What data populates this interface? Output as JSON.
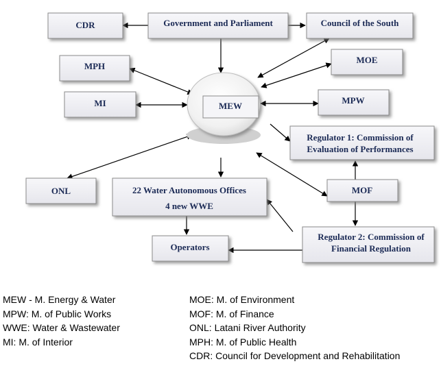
{
  "nodes": {
    "cdr": "CDR",
    "gov": "Government and Parliament",
    "council": "Council of the South",
    "mph": "MPH",
    "moe": "MOE",
    "mi": "MI",
    "mew": "MEW",
    "mpw": "MPW",
    "reg1_line1": "Regulator 1: Commission of",
    "reg1_line2": "Evaluation of Performances",
    "onl": "ONL",
    "wao_line1": "22 Water Autonomous Offices",
    "wao_line2": "4 new WWE",
    "mof": "MOF",
    "reg2_line1": "Regulator 2: Commission of",
    "reg2_line2": "Financial Regulation",
    "operators": "Operators"
  },
  "legend": {
    "left": [
      "MEW - M. Energy & Water",
      "MPW: M. of Public Works",
      "WWE: Water & Wastewater",
      "MI: M. of Interior"
    ],
    "right": [
      "MOE: M. of Environment",
      "MOF: M. of Finance",
      "ONL: Latani River Authority",
      "MPH: M. of Public Health",
      "CDR: Council for Development and Rehabilitation"
    ]
  },
  "colors": {
    "box_fill": "#f0f0f4",
    "box_stroke": "#8a8a8a",
    "text": "#1b2a55",
    "arrow": "#000000"
  }
}
